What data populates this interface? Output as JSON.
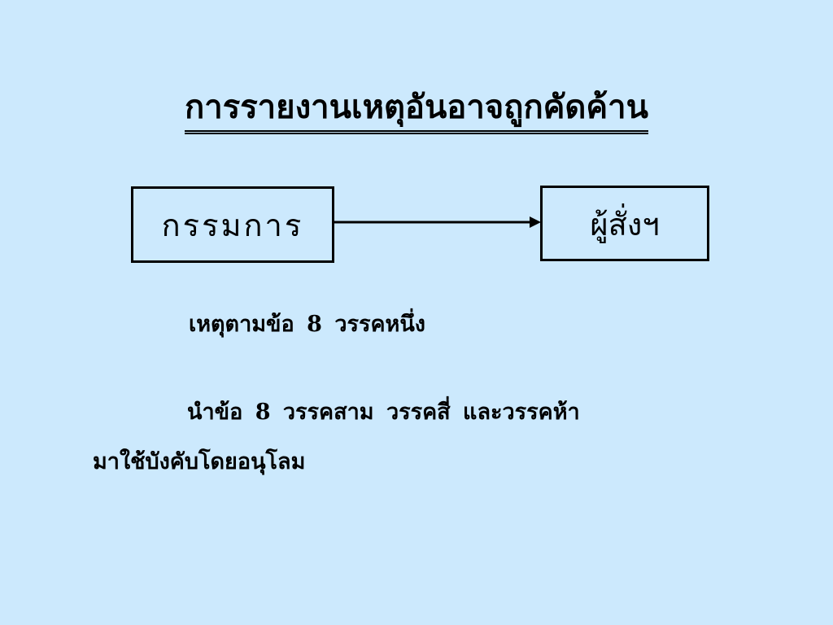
{
  "slide": {
    "title": "การรายงานเหตุอันอาจถูกคัดค้าน",
    "background_color": "#cce9fd"
  },
  "diagram": {
    "source_box": "กรรมการ",
    "target_box": "ผู้สั่งฯ",
    "connector": "arrow"
  },
  "body": {
    "line1": "เหตุตามข้อ 8 วรรคหนึ่ง",
    "line2": "นำข้อ 8 วรรคสาม วรรคสี่ และวรรคห้า",
    "line3": "มาใช้บังคับโดยอนุโลม"
  }
}
